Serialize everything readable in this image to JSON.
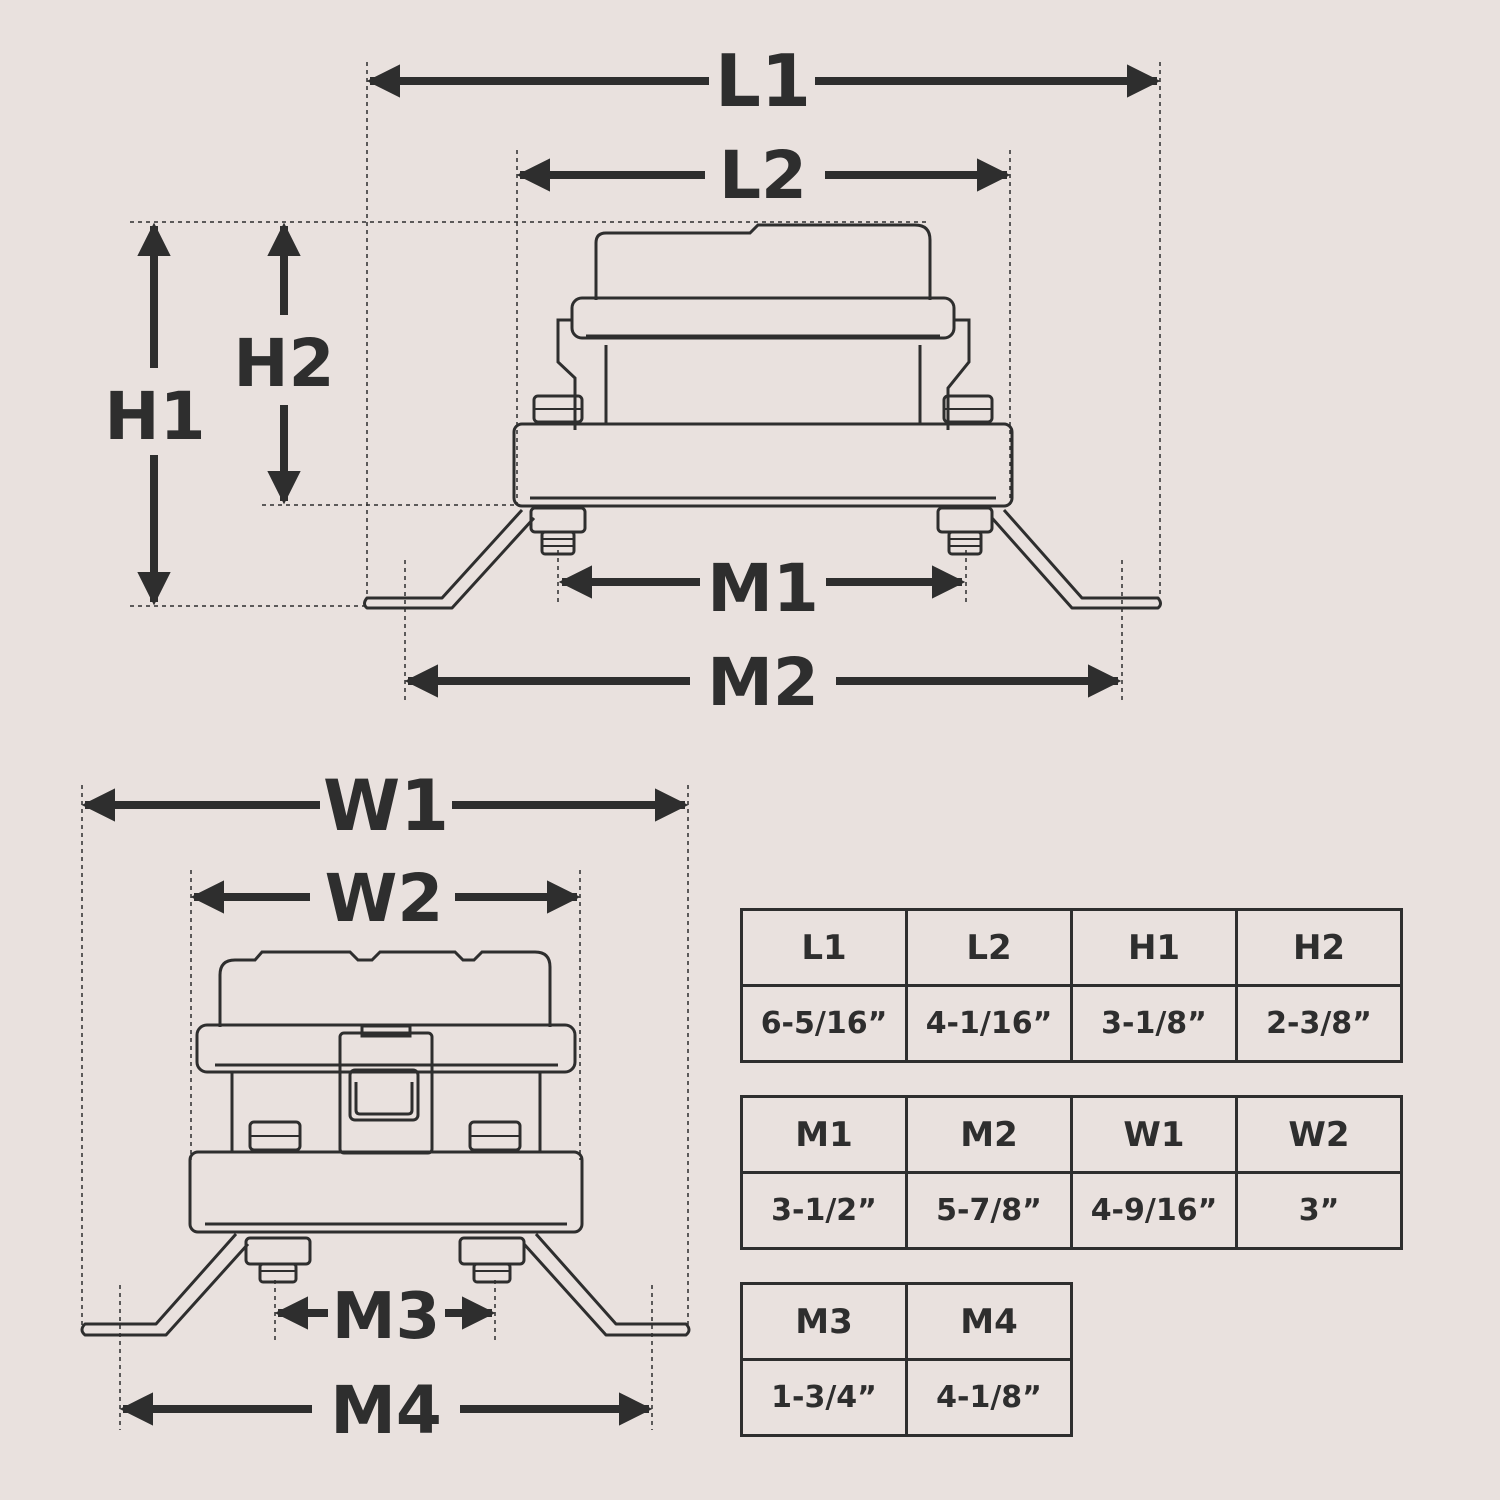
{
  "labels": {
    "L1": "L1",
    "L2": "L2",
    "H1": "H1",
    "H2": "H2",
    "M1": "M1",
    "M2": "M2",
    "W1": "W1",
    "W2": "W2",
    "M3": "M3",
    "M4": "M4"
  },
  "tables": [
    {
      "headers": [
        "L1",
        "L2",
        "H1",
        "H2"
      ],
      "values": [
        "6-5/16”",
        "4-1/16”",
        "3-1/8”",
        "2-3/8”"
      ]
    },
    {
      "headers": [
        "M1",
        "M2",
        "W1",
        "W2"
      ],
      "values": [
        "3-1/2”",
        "5-7/8”",
        "4-9/16”",
        "3”"
      ]
    },
    {
      "headers": [
        "M3",
        "M4"
      ],
      "values": [
        "1-3/4”",
        "4-1/8”"
      ]
    }
  ],
  "colors": {
    "background": "#e9e1de",
    "ink": "#2e2e2e"
  }
}
